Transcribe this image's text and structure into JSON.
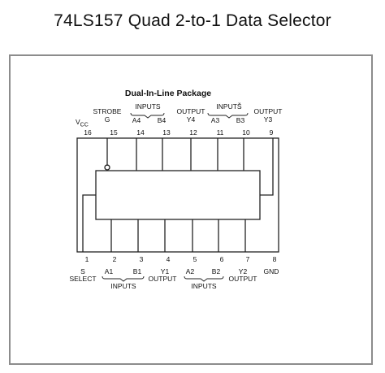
{
  "title": "74LS157  Quad 2-to-1 Data Selector",
  "package_title": "Dual-In-Line Package",
  "colors": {
    "ink": "#222222",
    "frame": "#8c8c8c",
    "background": "#ffffff"
  },
  "top_pins": [
    {
      "number": "16",
      "label": "V",
      "label_sub": "CC",
      "label_line": ""
    },
    {
      "number": "15",
      "label": "G",
      "label_sub": "",
      "label_line": "STROBE"
    },
    {
      "number": "14",
      "label": "A4",
      "label_sub": "",
      "label_line": ""
    },
    {
      "number": "13",
      "label": "B4",
      "label_sub": "",
      "label_line": ""
    },
    {
      "number": "12",
      "label": "Y4",
      "label_sub": "",
      "label_line": "OUTPUT"
    },
    {
      "number": "11",
      "label": "A3",
      "label_sub": "",
      "label_line": ""
    },
    {
      "number": "10",
      "label": "B3",
      "label_sub": "",
      "label_line": ""
    },
    {
      "number": "9",
      "label": "Y3",
      "label_sub": "",
      "label_line": "OUTPUT"
    }
  ],
  "bottom_pins": [
    {
      "number": "1",
      "label": "S",
      "label_line": "SELECT"
    },
    {
      "number": "2",
      "label": "A1",
      "label_line": ""
    },
    {
      "number": "3",
      "label": "B1",
      "label_line": ""
    },
    {
      "number": "4",
      "label": "Y1",
      "label_line": "OUTPUT"
    },
    {
      "number": "5",
      "label": "A2",
      "label_line": ""
    },
    {
      "number": "6",
      "label": "B2",
      "label_line": ""
    },
    {
      "number": "7",
      "label": "Y2",
      "label_line": "OUTPUT"
    },
    {
      "number": "8",
      "label": "GND",
      "label_line": ""
    }
  ],
  "group_labels": {
    "top_inputs_1": "INPUTS",
    "top_inputs_2": "INPUTŠ",
    "bottom_inputs_1": "INPUTS",
    "bottom_inputs_2": "INPUTS"
  }
}
